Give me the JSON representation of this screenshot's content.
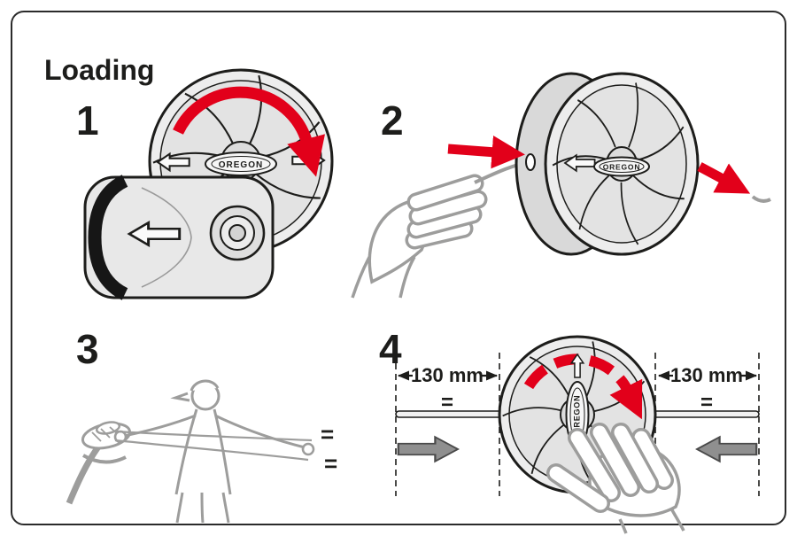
{
  "page": {
    "title": "Loading"
  },
  "steps": {
    "step1": "1",
    "step2": "2",
    "step3": "3",
    "step4": "4"
  },
  "brand": {
    "label": "OREGON"
  },
  "step3": {
    "equals_top": "=",
    "equals_bottom": "="
  },
  "step4": {
    "left_measurement": "130 mm",
    "right_measurement": "130 mm",
    "left_equals": "=",
    "right_equals": "="
  },
  "colors": {
    "accent_red": "#e2001a",
    "outline_dark": "#1d1d1b",
    "figure_gray": "#9d9d9c",
    "solid_arrow_gray": "#8f8f8f"
  }
}
